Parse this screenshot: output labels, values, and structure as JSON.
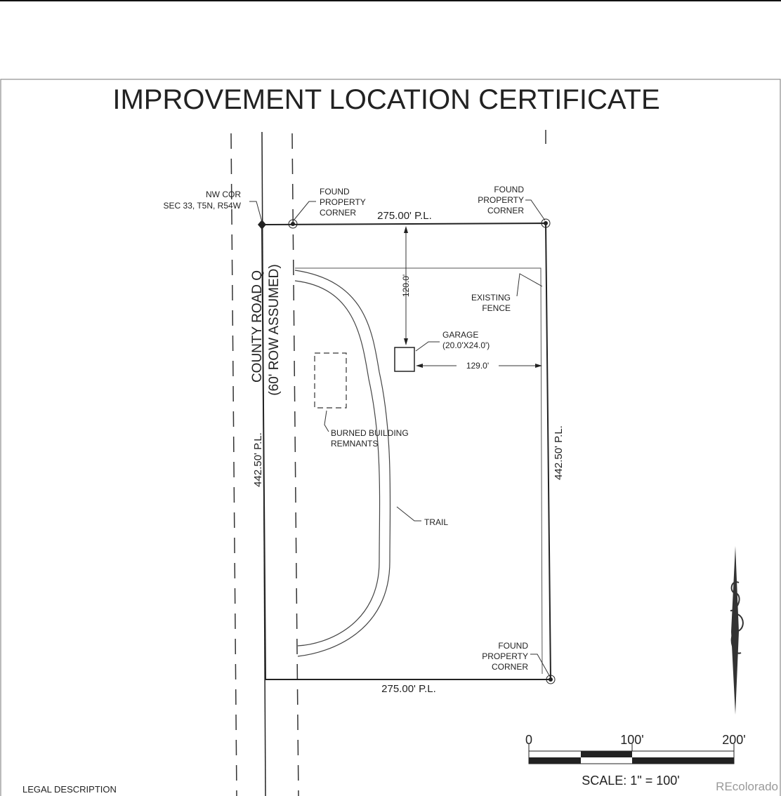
{
  "title": "IMPROVEMENT LOCATION CERTIFICATE",
  "labels": {
    "nw_cor_1": "NW COR",
    "nw_cor_2": "SEC 33, T5N, R54W",
    "found_1": "FOUND",
    "found_2": "PROPERTY",
    "found_3": "CORNER",
    "top_pl": "275.00' P.L.",
    "bottom_pl": "275.00' P.L.",
    "left_pl": "442.50' P.L.",
    "right_pl": "442.50' P.L.",
    "road_1": "COUNTY ROAD Q",
    "road_2": "(60' ROW ASSUMED)",
    "dist_120": "120.0'",
    "dist_129": "129.0'",
    "fence_1": "EXISTING",
    "fence_2": "FENCE",
    "garage_1": "GARAGE",
    "garage_2": "(20.0'X24.0')",
    "burned_1": "BURNED BUILDING",
    "burned_2": "REMNANTS",
    "trail": "TRAIL",
    "legal": "LEGAL DESCRIPTION"
  },
  "scale": {
    "tick_0": "0",
    "tick_100": "100'",
    "tick_200": "200'",
    "text": "SCALE: 1\" = 100'"
  },
  "watermark": "REcolorado"
}
